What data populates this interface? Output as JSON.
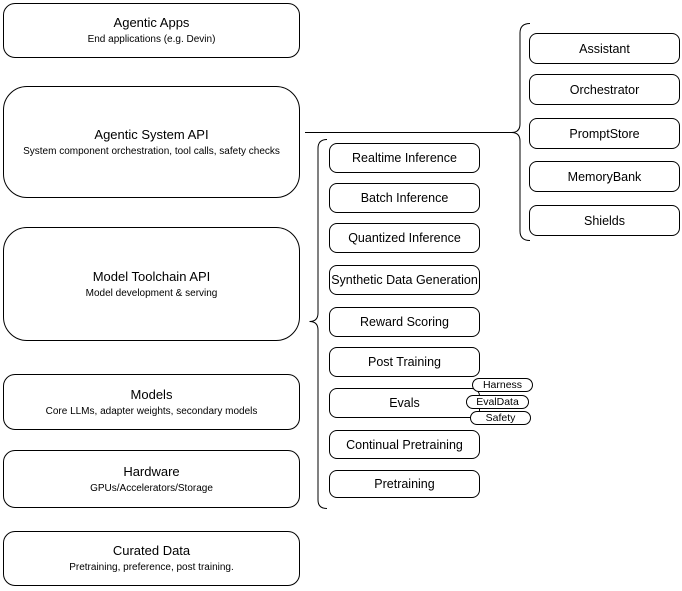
{
  "canvas": {
    "background": "#ffffff",
    "node_fill": "#ffffff",
    "stroke_color": "#000000"
  },
  "stack": [
    {
      "title": "Agentic Apps",
      "subtitle": "End applications (e.g. Devin)"
    },
    {
      "title": "Agentic System API",
      "subtitle": "System component orchestration, tool calls, safety checks"
    },
    {
      "title": "Model Toolchain API",
      "subtitle": "Model development & serving"
    },
    {
      "title": "Models",
      "subtitle": "Core LLMs, adapter weights, secondary models"
    },
    {
      "title": "Hardware",
      "subtitle": "GPUs/Accelerators/Storage"
    },
    {
      "title": "Curated Data",
      "subtitle": "Pretraining, preference, post training."
    }
  ],
  "toolchain": {
    "items": [
      "Realtime Inference",
      "Batch Inference",
      "Quantized Inference",
      "Synthetic Data Generation",
      "Reward Scoring",
      "Post Training",
      "Evals",
      "Continual Pretraining",
      "Pretraining"
    ]
  },
  "eval_tags": [
    "Harness",
    "EvalData",
    "Safety"
  ],
  "system_components": [
    "Assistant",
    "Orchestrator",
    "PromptStore",
    "MemoryBank",
    "Shields"
  ]
}
